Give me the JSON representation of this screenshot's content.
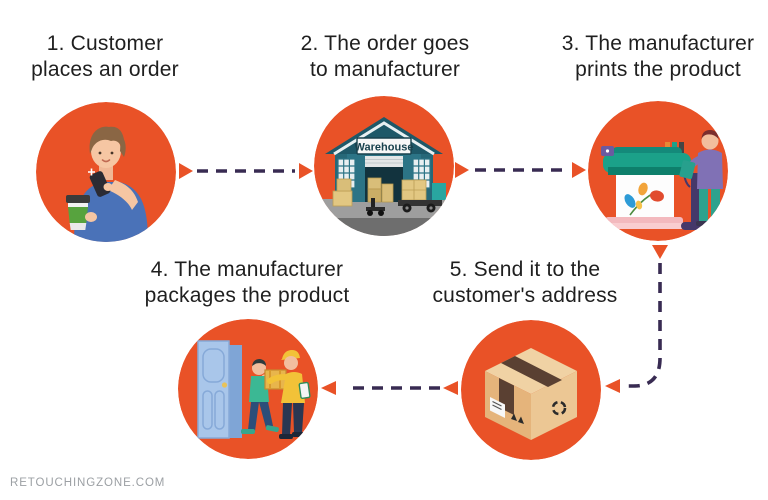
{
  "page": {
    "type": "process-flow-infographic",
    "topic": "print-on-demand order fulfillment",
    "watermark": "RETOUCHINGZONE.COM"
  },
  "colors": {
    "circle_orange": "#E95227",
    "arrow_dash": "#382B52",
    "arrow_head": "#E95227",
    "heading_text": "#1F1F1F",
    "watermark_gray": "#9CA0A4",
    "background": "#FFFFFF"
  },
  "steps": [
    {
      "number": "1",
      "line1": "1. Customer",
      "line2": "places an order",
      "illustration": "customer-with-phone-and-coffee"
    },
    {
      "number": "2",
      "line1": "2. The order goes",
      "line2": "to manufacturer",
      "illustration": "warehouse-with-boxes-and-truck",
      "sign_text": "Warehouse"
    },
    {
      "number": "3",
      "line1": "3. The manufacturer",
      "line2": "prints the product",
      "illustration": "large-format-printer-with-operator"
    },
    {
      "number": "4",
      "line1": "4. The manufacturer",
      "line2": "packages the product",
      "illustration": "courier-handing-package-at-door"
    },
    {
      "number": "5",
      "line1": "5. Send it to the",
      "line2": "customer's address",
      "illustration": "cardboard-shipping-box"
    }
  ],
  "flow": [
    {
      "from": "1",
      "to": "2",
      "direction": "right"
    },
    {
      "from": "2",
      "to": "3",
      "direction": "right"
    },
    {
      "from": "3",
      "to": "5",
      "direction": "down-then-left"
    },
    {
      "from": "5",
      "to": "4",
      "direction": "left"
    }
  ]
}
